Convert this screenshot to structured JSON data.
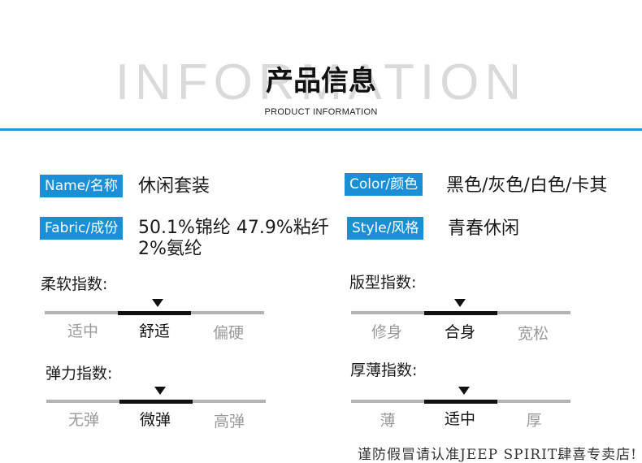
{
  "header": {
    "background_word": "INFORMATION",
    "title": "产品信息",
    "subtitle": "PRODUCT INFORMATION"
  },
  "specs": {
    "name_label": "Name/名称",
    "name_value": "休闲套装",
    "color_label": "Color/颜色",
    "color_value": "黑色/灰色/白色/卡其",
    "fabric_label": "Fabric/成份",
    "fabric_value_line1": "50.1%锦纶 47.9%粘纤",
    "fabric_value_line2": "2%氨纶",
    "style_label": "Style/风格",
    "style_value": "青春休闲"
  },
  "scales": {
    "softness": {
      "title": "柔软指数:",
      "options": [
        "适中",
        "舒适",
        "偏硬"
      ],
      "selected": "舒适"
    },
    "fit": {
      "title": "版型指数:",
      "options": [
        "修身",
        "合身",
        "宽松"
      ],
      "selected": "合身"
    },
    "elasticity": {
      "title": "弹力指数:",
      "options": [
        "无弹",
        "微弹",
        "高弹"
      ],
      "selected": "微弹"
    },
    "thickness": {
      "title": "厚薄指数:",
      "options": [
        "薄",
        "适中",
        "厚"
      ],
      "selected": "适中"
    }
  },
  "footer": {
    "notice": "谨防假冒请认准JEEP SPIRIT肆喜专卖店!"
  },
  "colors": {
    "accent": "#1a8fd6",
    "divider": "#2a93d9",
    "bar_inactive": "#b4b4b4",
    "bar_active": "#111111"
  }
}
